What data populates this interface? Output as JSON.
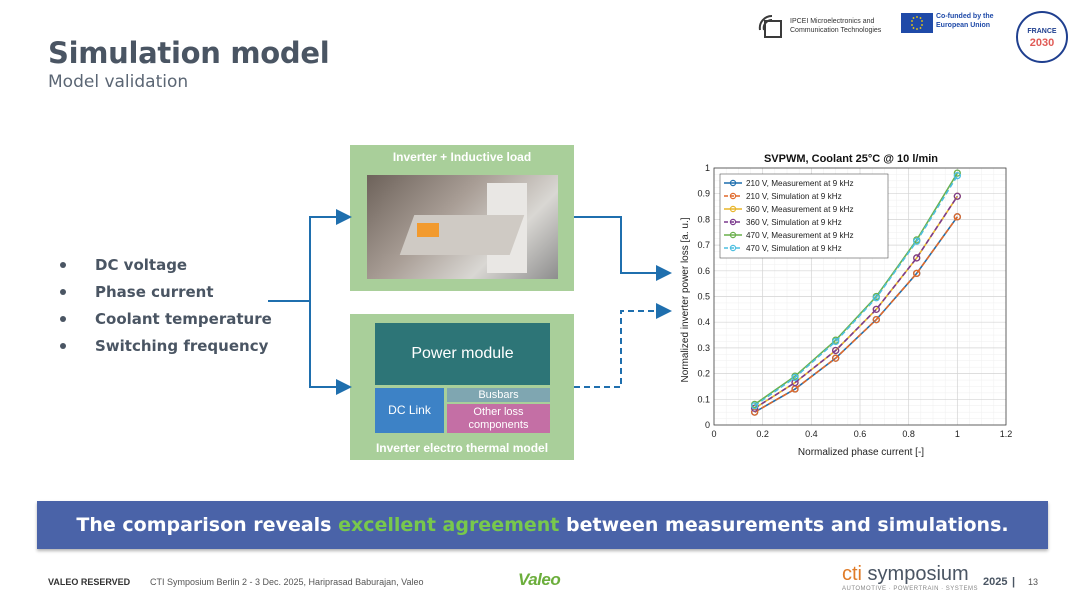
{
  "header": {
    "title": "Simulation model",
    "subtitle": "Model validation"
  },
  "logos": {
    "ipcei_text": "IPCEI Microelectronics and Communication Technologies",
    "eu_text": "Co-funded by the European Union",
    "france_text": "FRANCE",
    "france_year": "2030"
  },
  "inputs": [
    "DC voltage",
    "Phase current",
    "Coolant temperature",
    "Switching frequency"
  ],
  "top_box": {
    "label": "Inverter + Inductive load"
  },
  "bottom_box": {
    "label": "Inverter electro thermal model",
    "power_module": "Power module",
    "dc_link": "DC Link",
    "busbars": "Busbars",
    "other_loss": "Other loss components"
  },
  "chart_data": {
    "type": "line",
    "title": "SVPWM, Coolant 25°C @ 10 l/min",
    "xlabel": "Normalized phase current [-]",
    "ylabel": "Normalized inverter power loss [a. u.]",
    "xlim": [
      0,
      1.2
    ],
    "ylim": [
      0,
      1
    ],
    "xticks": [
      "0",
      "0.2",
      "0.4",
      "0.6",
      "0.8",
      "1",
      "1.2"
    ],
    "yticks": [
      "0",
      "0.1",
      "0.2",
      "0.3",
      "0.4",
      "0.5",
      "0.6",
      "0.7",
      "0.8",
      "0.9",
      "1"
    ],
    "grid": true,
    "legend_position": "top-left",
    "x": [
      0.167,
      0.333,
      0.5,
      0.667,
      0.833,
      1.0
    ],
    "series": [
      {
        "name": "210 V, Measurement at 9 kHz",
        "color": "#1f6fae",
        "dashed": false,
        "values": [
          0.05,
          0.14,
          0.26,
          0.41,
          0.59,
          0.81
        ]
      },
      {
        "name": "210 V, Simulation at 9 kHz",
        "color": "#e0692a",
        "dashed": true,
        "values": [
          0.05,
          0.14,
          0.26,
          0.41,
          0.59,
          0.81
        ]
      },
      {
        "name": "360 V, Measurement at 9 kHz",
        "color": "#e8b52a",
        "dashed": false,
        "values": [
          0.065,
          0.165,
          0.29,
          0.45,
          0.65,
          0.89
        ]
      },
      {
        "name": "360 V, Simulation at 9 kHz",
        "color": "#7b3a8e",
        "dashed": true,
        "values": [
          0.065,
          0.165,
          0.29,
          0.45,
          0.65,
          0.89
        ]
      },
      {
        "name": "470 V, Measurement at 9 kHz",
        "color": "#6ab04c",
        "dashed": false,
        "values": [
          0.08,
          0.19,
          0.33,
          0.5,
          0.72,
          0.98
        ]
      },
      {
        "name": "470 V, Simulation at 9 kHz",
        "color": "#4dbfe0",
        "dashed": true,
        "values": [
          0.075,
          0.185,
          0.325,
          0.495,
          0.715,
          0.97
        ]
      }
    ]
  },
  "banner": {
    "part1": "The comparison reveals ",
    "highlight": "excellent agreement",
    "part2": " between measurements and simulations."
  },
  "footer": {
    "reserved": "VALEO RESERVED",
    "event": "CTI Symposium Berlin 2 - 3 Dec. 2025, Hariprasad Baburajan, Valeo",
    "valeo": "Valeo",
    "cti_part1": "cti",
    "cti_part2": " symposium",
    "cti_sub": "AUTOMOTIVE · POWERTRAIN · SYSTEMS",
    "year": "2025",
    "separator": "|",
    "page": "13"
  },
  "colors": {
    "title": "#4a5563",
    "green_box": "#a9cf9a",
    "flow_arrow": "#1f6fae",
    "banner_bg": "#4a63a8",
    "highlight": "#78c84c"
  }
}
